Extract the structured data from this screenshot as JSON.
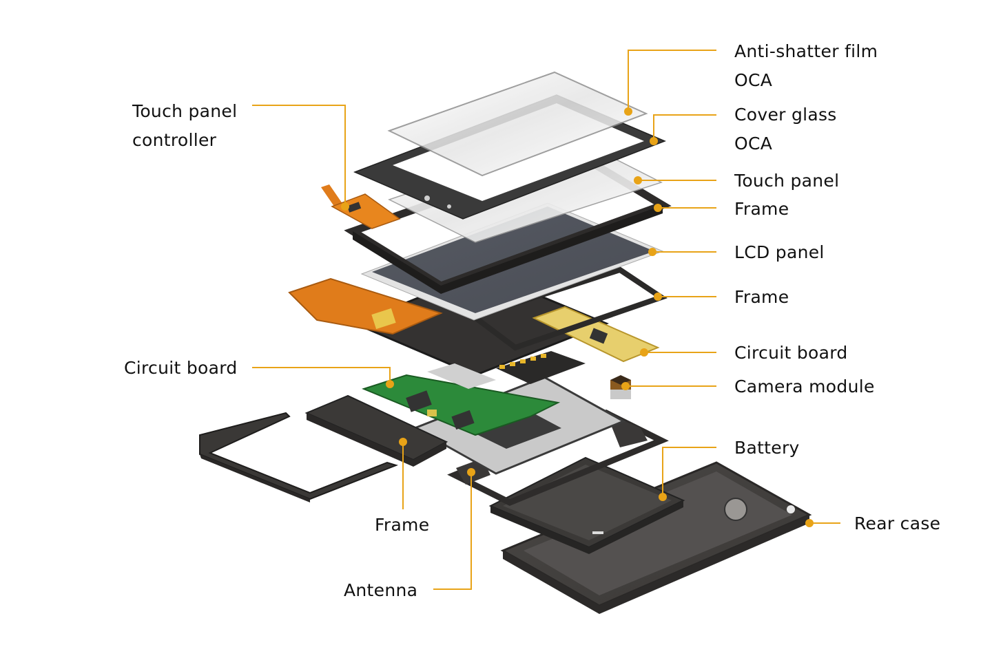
{
  "diagram": {
    "title": "Exploded view of smartphone components",
    "accent_color": "#e8a317",
    "labels": [
      {
        "id": "anti-shatter-film",
        "text": "Anti-shatter film"
      },
      {
        "id": "oca-1",
        "text": "OCA"
      },
      {
        "id": "cover-glass",
        "text": "Cover glass"
      },
      {
        "id": "oca-2",
        "text": "OCA"
      },
      {
        "id": "touch-panel",
        "text": "Touch panel"
      },
      {
        "id": "frame-1",
        "text": "Frame"
      },
      {
        "id": "lcd-panel",
        "text": "LCD panel"
      },
      {
        "id": "frame-2",
        "text": "Frame"
      },
      {
        "id": "circuit-board-right",
        "text": "Circuit board"
      },
      {
        "id": "camera-module",
        "text": "Camera module"
      },
      {
        "id": "battery",
        "text": "Battery"
      },
      {
        "id": "rear-case",
        "text": "Rear case"
      },
      {
        "id": "touch-panel-controller",
        "text": "Touch panel\ncontroller"
      },
      {
        "id": "circuit-board-left",
        "text": "Circuit board"
      },
      {
        "id": "frame-bottom",
        "text": "Frame"
      },
      {
        "id": "antenna",
        "text": "Antenna"
      }
    ]
  }
}
